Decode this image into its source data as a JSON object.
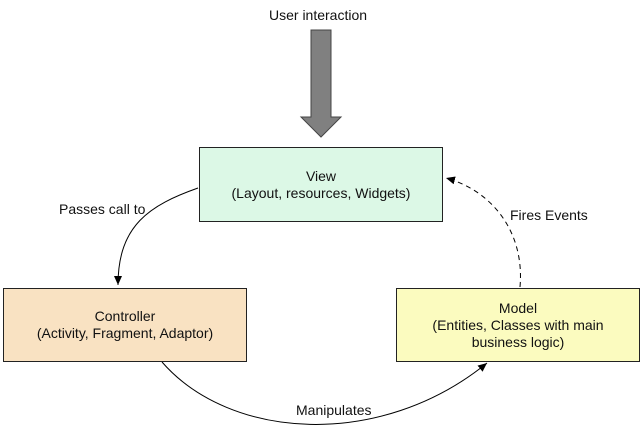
{
  "user_interaction": "User interaction",
  "view": {
    "title": "View",
    "subtitle": "(Layout, resources, Widgets)"
  },
  "controller": {
    "title": "Controller",
    "subtitle": "(Activity, Fragment, Adaptor)"
  },
  "model": {
    "title": "Model",
    "subtitle_line1": "(Entities, Classes with main",
    "subtitle_line2": "business logic)"
  },
  "edges": {
    "passes_call_to": "Passes call to",
    "fires_events": "Fires Events",
    "manipulates": "Manipulates"
  },
  "colors": {
    "view_fill": "#dcf8e6",
    "controller_fill": "#f9e2c2",
    "model_fill": "#fbfbbf",
    "input_arrow_fill": "#808080"
  }
}
